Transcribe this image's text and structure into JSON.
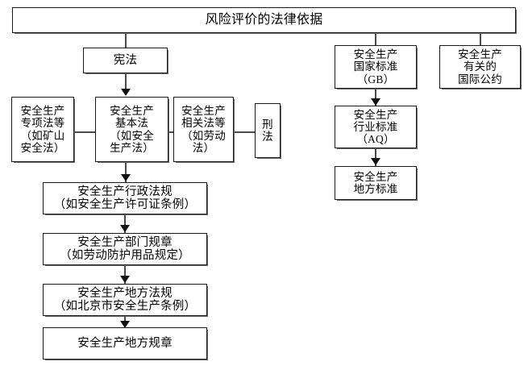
{
  "diagram": {
    "title_box": {
      "label": "风险评价的法律依据"
    },
    "nodes": {
      "constitution": {
        "label": "宪法"
      },
      "special_law": {
        "label": "安全生产\n专项法等\n（如矿山\n安全法）"
      },
      "basic_law": {
        "label": "安全生产\n基本法\n（如安全\n生产法）"
      },
      "related_law": {
        "label": "安全生产\n相关法等\n（如劳动\n法）"
      },
      "criminal_law": {
        "label": "刑\n法"
      },
      "admin_regulation": {
        "label": "安全生产行政法规\n（如安全生产许可证条例）"
      },
      "department_rule": {
        "label": "安全生产部门规章\n（如劳动防护用品规定）"
      },
      "local_regulation": {
        "label": "安全生产地方法规\n（如北京市安全生产条例）"
      },
      "local_rule": {
        "label": "安全生产地方规章"
      },
      "national_standard": {
        "label": "安全生产\n国家标准\n（GB）"
      },
      "industry_standard": {
        "label": "安全生产\n行业标准\n（AQ）"
      },
      "local_standard": {
        "label": "安全生产\n地方标准"
      },
      "international_convention": {
        "label": "安全生产\n有关的\n国际公约"
      }
    },
    "colors": {
      "box_border": "#1a1a1a",
      "connector": "#4a4a4a",
      "arrow": "#111111",
      "background": "#ffffff",
      "text": "#000000"
    }
  }
}
